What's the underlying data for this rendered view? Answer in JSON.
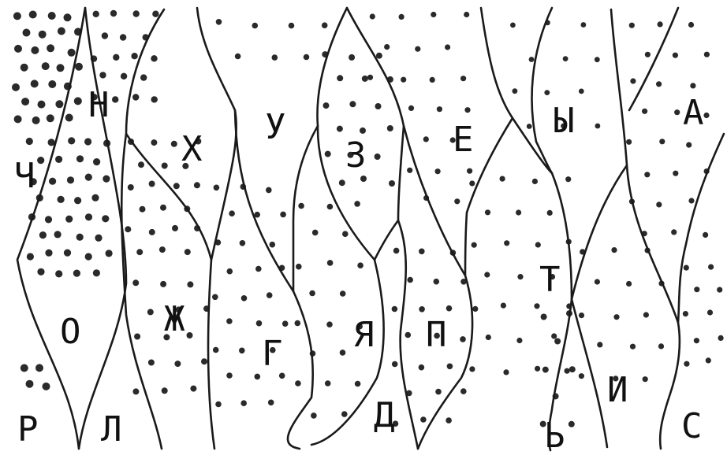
{
  "puzzle": {
    "letters": {
      "ch": "Ч",
      "n": "Н",
      "o": "О",
      "r": "Р",
      "l": "Л",
      "kh": "Х",
      "zh": "Ж",
      "u": "У",
      "g": "Г",
      "z": "З",
      "ya": "Я",
      "d": "Д",
      "e": "Е",
      "p": "П",
      "y": "Ы",
      "t": "Т",
      "soft": "Ь",
      "i": "И",
      "a": "А",
      "s": "С"
    },
    "colors": {
      "ink": "#1a1a1a",
      "background": "#ffffff"
    }
  }
}
